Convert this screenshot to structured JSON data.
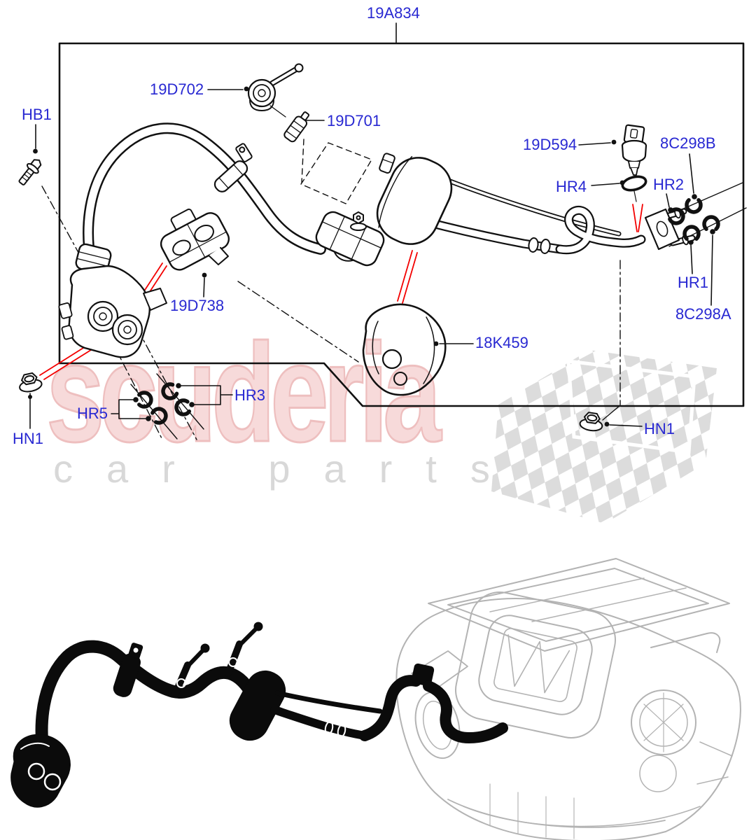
{
  "watermark": {
    "brand": "scuderia",
    "tagline": "car parts"
  },
  "callouts": {
    "assembly": "19A834",
    "hb1": "HB1",
    "d702": "19D702",
    "d701": "19D701",
    "d594": "19D594",
    "c298b": "8C298B",
    "hr4": "HR4",
    "hr2": "HR2",
    "hr1": "HR1",
    "c298a": "8C298A",
    "d738": "19D738",
    "k459": "18K459",
    "hr3": "HR3",
    "hr5": "HR5",
    "hn1_left": "HN1",
    "hn1_right": "HN1"
  },
  "colors": {
    "label_blue": "#2828d2",
    "arrow_red": "#f30000",
    "linework_black": "#111111",
    "watermark_pink": "#f7dada",
    "watermark_gray": "#d8d8d8",
    "hvac_gray": "#b3b3b3"
  }
}
